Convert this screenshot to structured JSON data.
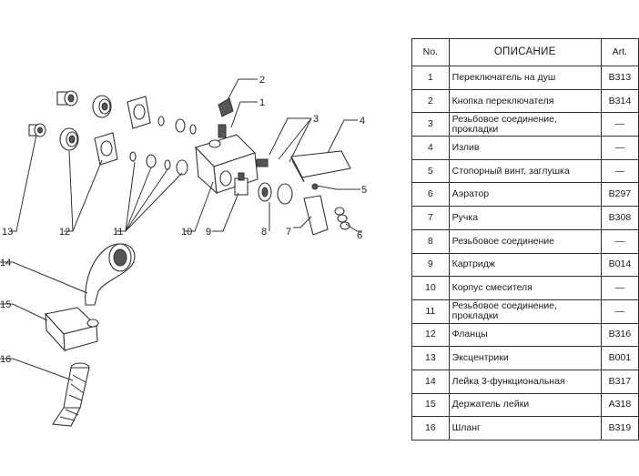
{
  "diagram": {
    "callouts": [
      "1",
      "2",
      "3",
      "4",
      "5",
      "6",
      "7",
      "8",
      "9",
      "10",
      "11",
      "12",
      "13",
      "14",
      "15",
      "16"
    ]
  },
  "table": {
    "headers": {
      "no": "No.",
      "description": "ОПИСАНИЕ",
      "art": "Art."
    },
    "rows": [
      {
        "no": "1",
        "description": "Переключатель на душ",
        "art": "B313"
      },
      {
        "no": "2",
        "description": "Кнопка переключателя",
        "art": "B314"
      },
      {
        "no": "3",
        "description": "Резьбовое соединение, прокладки",
        "art": "—"
      },
      {
        "no": "4",
        "description": "Излив",
        "art": "—"
      },
      {
        "no": "5",
        "description": "Стопорный винт, заглушка",
        "art": "—"
      },
      {
        "no": "6",
        "description": "Аэратор",
        "art": "B297"
      },
      {
        "no": "7",
        "description": "Ручка",
        "art": "B308"
      },
      {
        "no": "8",
        "description": "Резьбовое соединение",
        "art": "—"
      },
      {
        "no": "9",
        "description": "Картридж",
        "art": "B014"
      },
      {
        "no": "10",
        "description": "Корпус смесителя",
        "art": "—"
      },
      {
        "no": "11",
        "description": "Резьбовое соединение, прокладки",
        "art": "—"
      },
      {
        "no": "12",
        "description": "Фланцы",
        "art": "B316"
      },
      {
        "no": "13",
        "description": "Эксцентрики",
        "art": "B001"
      },
      {
        "no": "14",
        "description": "Лейка 3-функциональная",
        "art": "B317"
      },
      {
        "no": "15",
        "description": "Держатель лейки",
        "art": "A318"
      },
      {
        "no": "16",
        "description": "Шланг",
        "art": "B319"
      }
    ]
  }
}
